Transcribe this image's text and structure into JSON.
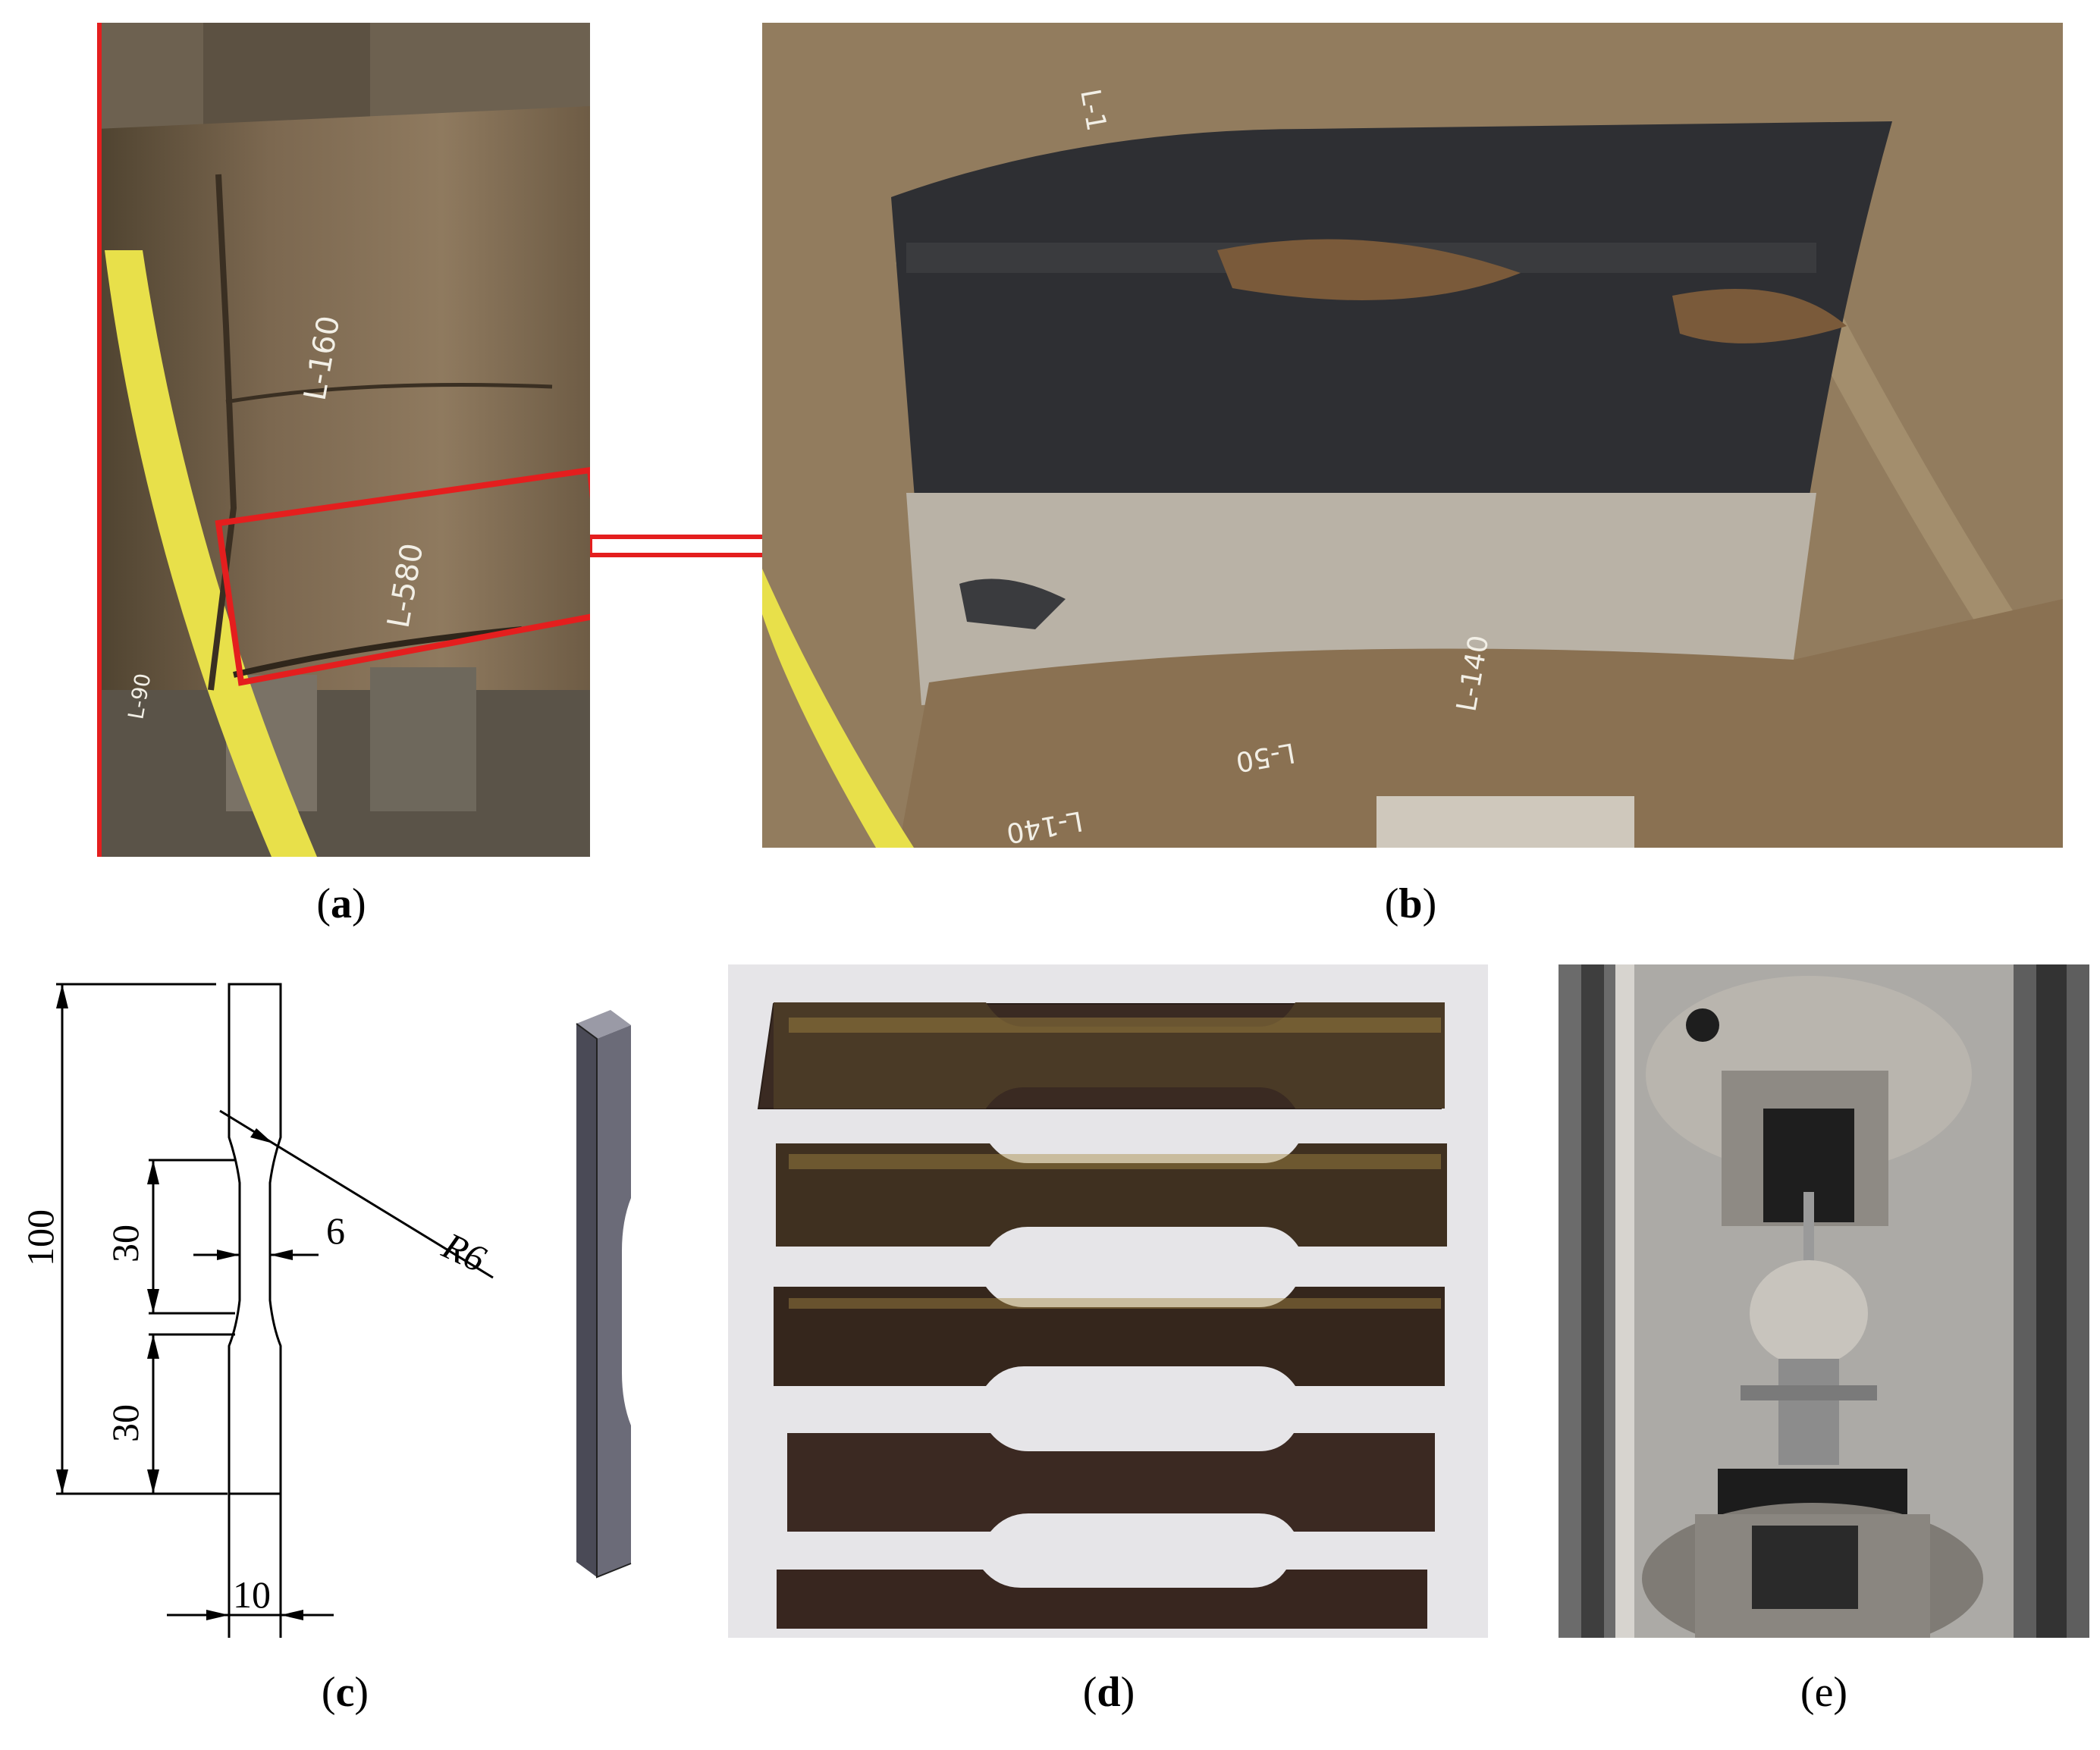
{
  "captions": {
    "a": {
      "open": "(",
      "letter": "a",
      "close": ")"
    },
    "b": {
      "open": "(",
      "letter": "b",
      "close": ")"
    },
    "c": {
      "open": "(",
      "letter": "c",
      "close": ")"
    },
    "d": {
      "open": "(",
      "letter": "d",
      "close": ")"
    },
    "e": {
      "open": "(",
      "letter": "e",
      "close": ")"
    }
  },
  "photo_a": {
    "markings": [
      "L-160",
      "L-580",
      "L-90"
    ]
  },
  "photo_b": {
    "markings": [
      "L-1",
      "L-50",
      "L-140",
      "L-140"
    ]
  },
  "drawing_c": {
    "dim_total_length": "100",
    "dim_gauge_length": "30",
    "dim_grip_length": "30",
    "dim_gauge_width": "6",
    "dim_radius": "R6",
    "dim_grip_width": "10"
  },
  "colors": {
    "highlight_box": "#e41e1e",
    "rust": "#7a5a3a",
    "strap": "#e8e04a",
    "specimen": "#3a2a22"
  }
}
